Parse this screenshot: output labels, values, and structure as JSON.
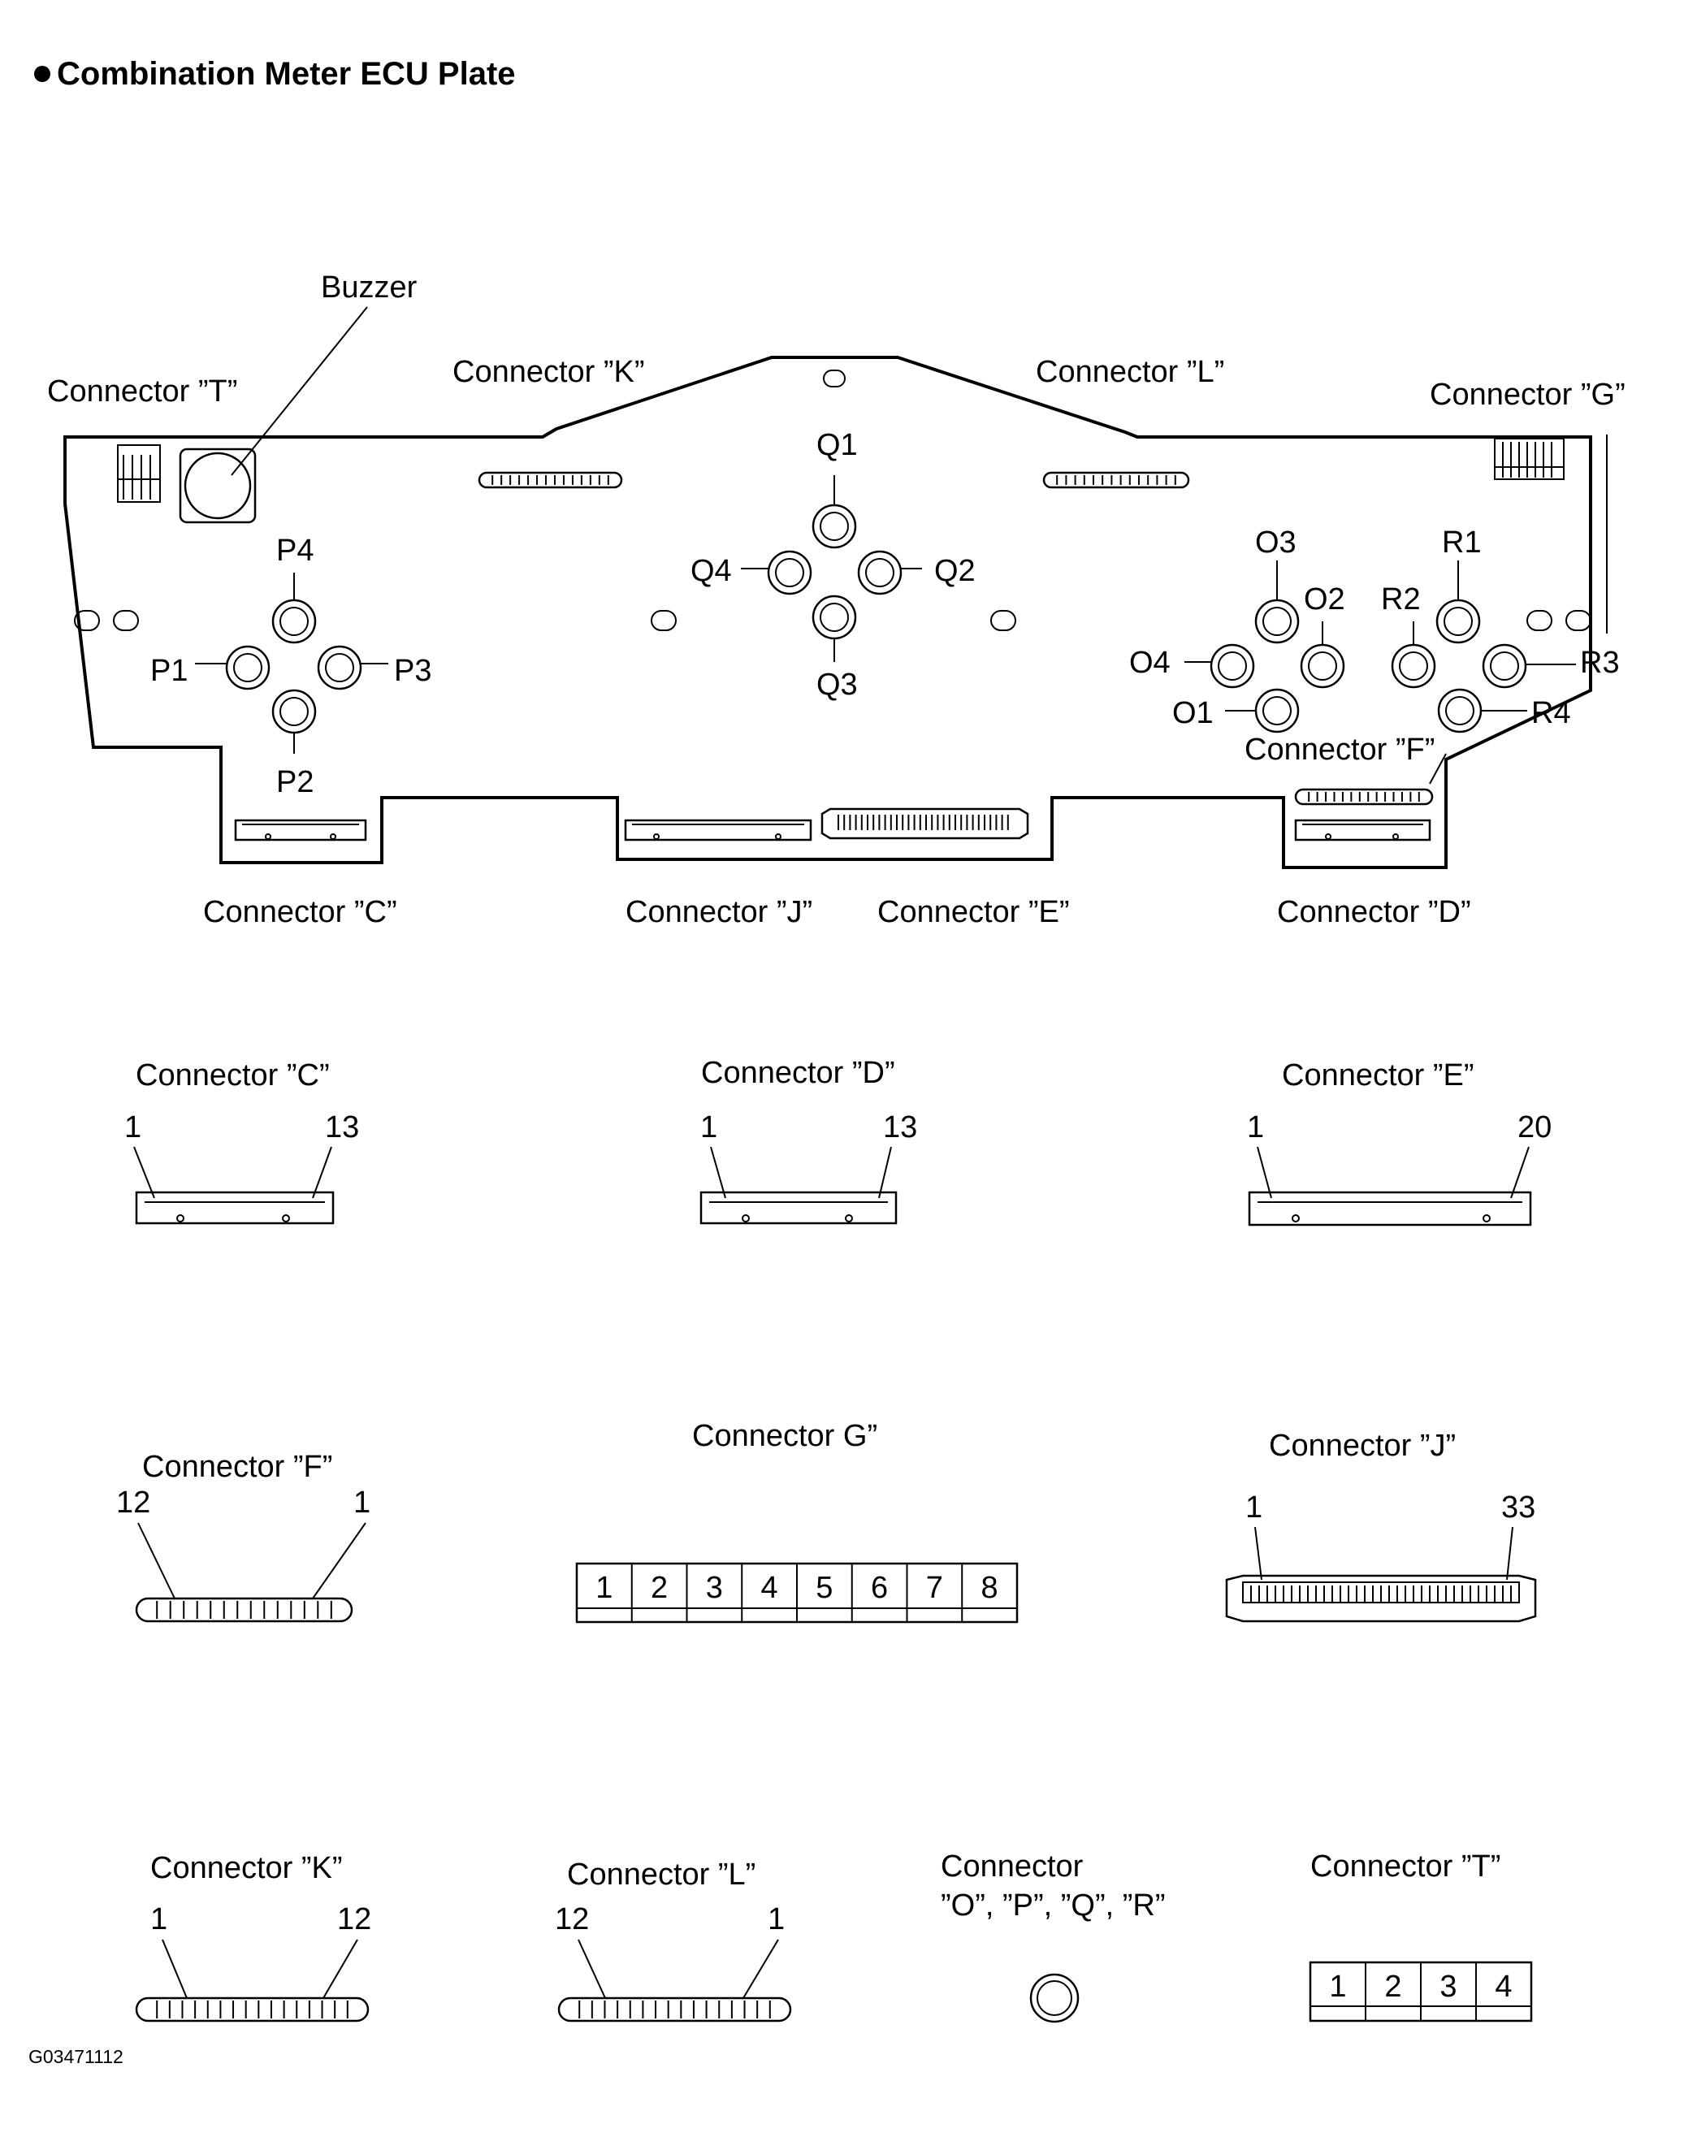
{
  "title": "Combination Meter ECU Plate",
  "figure_code": "G03471112",
  "plate": {
    "buzzer": "Buzzer",
    "connectors": {
      "T": "Connector ”T”",
      "K": "Connector ”K”",
      "L": "Connector ”L”",
      "G": "Connector ”G”",
      "F": "Connector ”F”",
      "C": "Connector ”C”",
      "J": "Connector ”J”",
      "E": "Connector ”E”",
      "D": "Connector ”D”"
    },
    "pins": {
      "P1": "P1",
      "P2": "P2",
      "P3": "P3",
      "P4": "P4",
      "Q1": "Q1",
      "Q2": "Q2",
      "Q3": "Q3",
      "Q4": "Q4",
      "O1": "O1",
      "O2": "O2",
      "O3": "O3",
      "O4": "O4",
      "R1": "R1",
      "R2": "R2",
      "R3": "R3",
      "R4": "R4"
    }
  },
  "details": {
    "C": {
      "label": "Connector ”C”",
      "first": "1",
      "last": "13"
    },
    "D": {
      "label": "Connector ”D”",
      "first": "1",
      "last": "13"
    },
    "E": {
      "label": "Connector ”E”",
      "first": "1",
      "last": "20"
    },
    "F": {
      "label": "Connector ”F”",
      "first": "12",
      "last": "1"
    },
    "G": {
      "label": "Connector G”",
      "cells": [
        "1",
        "2",
        "3",
        "4",
        "5",
        "6",
        "7",
        "8"
      ]
    },
    "J": {
      "label": "Connector ”J”",
      "first": "1",
      "last": "33"
    },
    "K": {
      "label": "Connector ”K”",
      "first": "1",
      "last": "12"
    },
    "L": {
      "label": "Connector ”L”",
      "first": "12",
      "last": "1"
    },
    "OPQR": {
      "line1": "Connector",
      "line2": "”O”, ”P”, ”Q”, ”R”"
    },
    "T": {
      "label": "Connector ”T”",
      "cells": [
        "1",
        "2",
        "3",
        "4"
      ]
    }
  }
}
